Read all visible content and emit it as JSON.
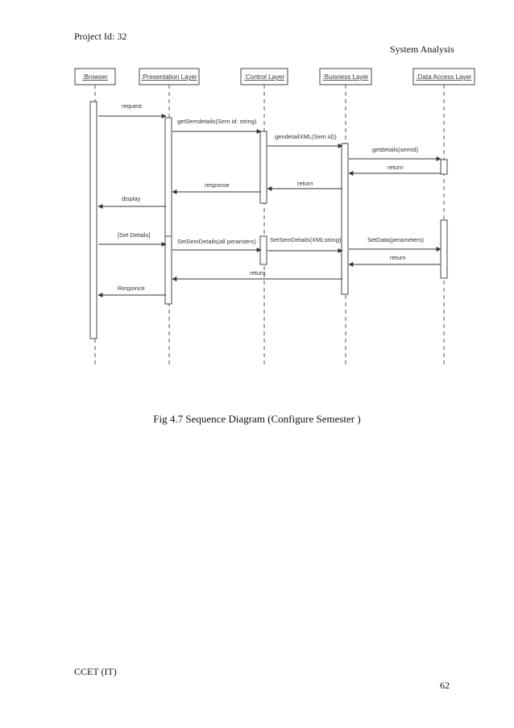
{
  "page": {
    "project_id": "Project Id: 32",
    "section": "System Analysis",
    "caption": "Fig 4.7 Sequence Diagram (Configure Semester )",
    "footer": "CCET (IT)",
    "page_number": "62"
  },
  "diagram": {
    "lifelines": [
      ":Browser",
      ":Presentation Layer",
      ":Control Layer",
      ":Buisness Layer",
      ":Data Access Layer"
    ],
    "messages": [
      {
        "label": "request",
        "from": 0,
        "to": 1,
        "kind": "call"
      },
      {
        "label": "getSemdetails(Sem id: string)",
        "from": 1,
        "to": 2,
        "kind": "call"
      },
      {
        "label": "gendetailXML(Sem id))",
        "from": 2,
        "to": 3,
        "kind": "call"
      },
      {
        "label": "getdetails(semid)",
        "from": 3,
        "to": 4,
        "kind": "call"
      },
      {
        "label": "return",
        "from": 4,
        "to": 3,
        "kind": "return"
      },
      {
        "label": "return",
        "from": 3,
        "to": 2,
        "kind": "return"
      },
      {
        "label": "response",
        "from": 2,
        "to": 1,
        "kind": "return"
      },
      {
        "label": "display",
        "from": 1,
        "to": 0,
        "kind": "return"
      },
      {
        "label": "[Set Details]",
        "from": 0,
        "to": 1,
        "kind": "call"
      },
      {
        "label": "SetSemDetails(all peramters)",
        "from": 1,
        "to": 2,
        "kind": "call"
      },
      {
        "label": "SetSemDetails(XMLstring)",
        "from": 2,
        "to": 3,
        "kind": "call"
      },
      {
        "label": "SetData(perameters)",
        "from": 3,
        "to": 4,
        "kind": "call"
      },
      {
        "label": "return",
        "from": 4,
        "to": 3,
        "kind": "return"
      },
      {
        "label": "return",
        "from": 3,
        "to": 1,
        "kind": "return"
      },
      {
        "label": "Responce",
        "from": 1,
        "to": 0,
        "kind": "return"
      }
    ]
  }
}
